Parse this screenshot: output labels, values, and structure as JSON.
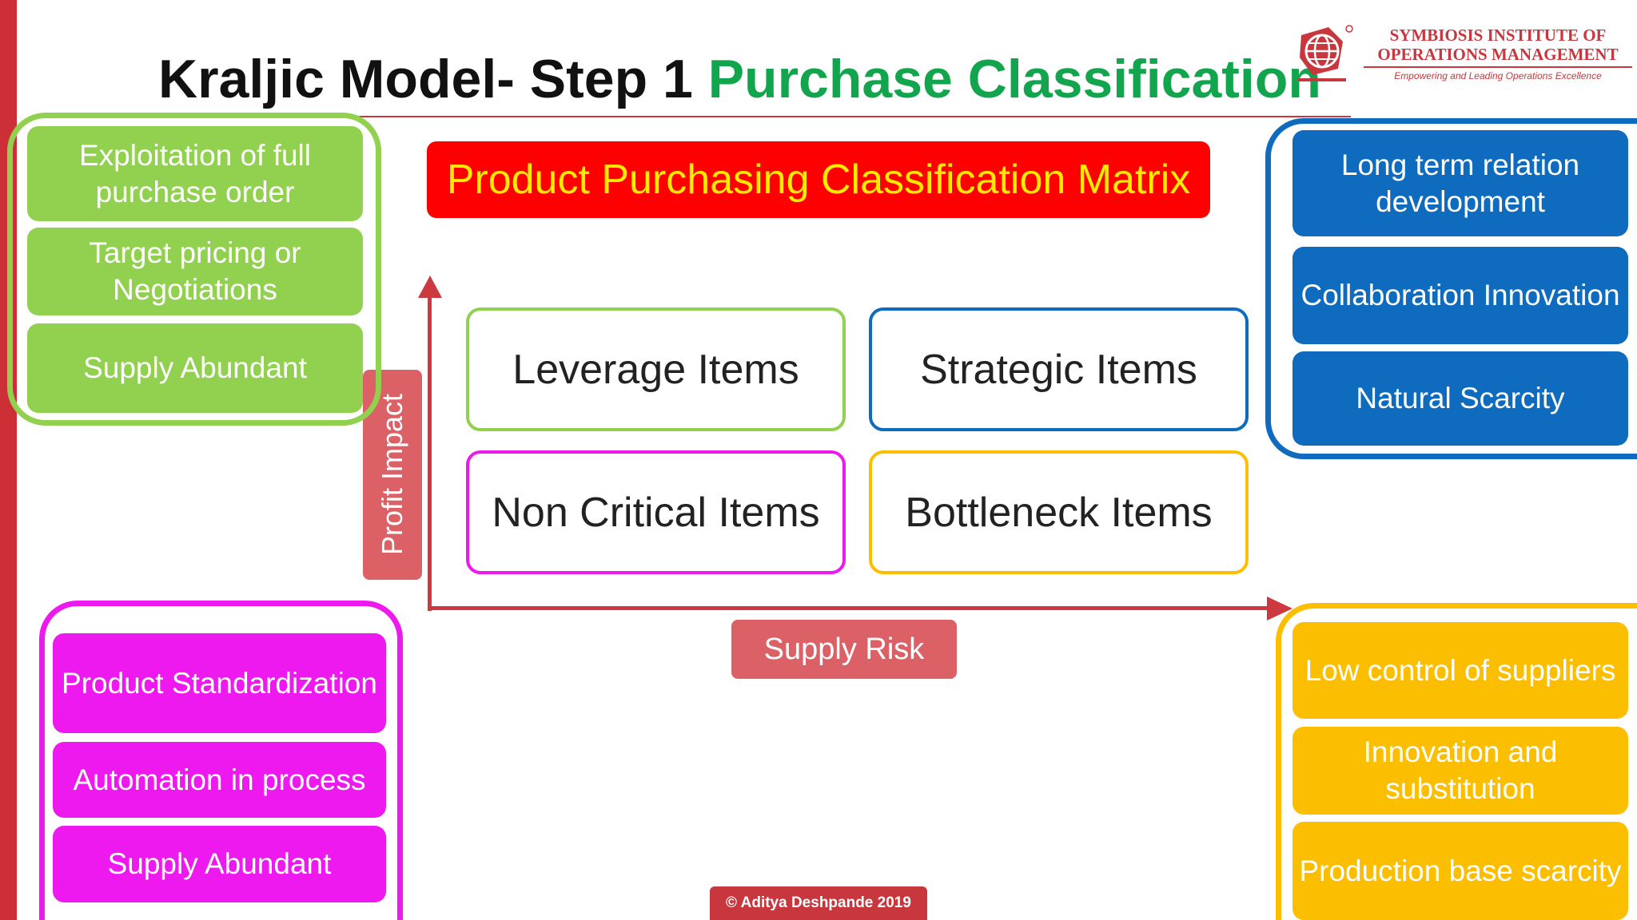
{
  "title": {
    "part1": "Kraljic Model- Step 1 ",
    "part2": "Purchase Classification"
  },
  "logo": {
    "name_line1": "SYMBIOSIS INSTITUTE OF",
    "name_line2": "OPERATIONS MANAGEMENT",
    "tagline": "Empowering and Leading Operations Excellence"
  },
  "matrix_title": "Product Purchasing Classification Matrix",
  "axes": {
    "y_label": "Profit Impact",
    "x_label": "Supply Risk"
  },
  "quadrants": {
    "leverage": "Leverage Items",
    "strategic": "Strategic Items",
    "non_critical": "Non Critical Items",
    "bottleneck": "Bottleneck Items"
  },
  "groups": {
    "green": [
      "Exploitation of full purchase order",
      "Target pricing or Negotiations",
      "Supply Abundant"
    ],
    "blue": [
      "Long term relation development",
      "Collaboration Innovation",
      "Natural Scarcity"
    ],
    "magenta": [
      "Product Standardization",
      "Automation in process",
      "Supply Abundant"
    ],
    "yellow": [
      "Low control of suppliers",
      "Innovation and substitution",
      "Production base scarcity"
    ]
  },
  "footer": "© Aditya Deshpande 2019",
  "colors": {
    "accent_red": "#cc2f35",
    "title_green": "#13a54d",
    "matrix_title_bg": "#fe0000",
    "matrix_title_text": "#ffea00",
    "leverage": "#92d050",
    "strategic": "#0f6bbd",
    "non_critical": "#ee19ee",
    "bottleneck": "#fbbe00"
  }
}
